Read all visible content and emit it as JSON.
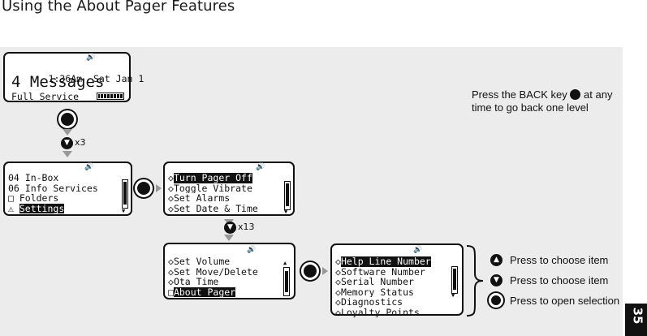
{
  "page_title": "Using the About Pager Features",
  "page_number": "35",
  "main_screen": {
    "time": "1:36Am",
    "date": "Sat Jan 1",
    "messages": "4 Messages",
    "status": "Full Service"
  },
  "repeat_down_1": "x3",
  "repeat_down_2": "x13",
  "menu_screen": {
    "lines": [
      "04 In-Box",
      "06 Info Services",
      "Folders",
      "Settings"
    ]
  },
  "settings_screen": {
    "lines": [
      "Turn Pager Off",
      "Toggle Vibrate",
      "Set Alarms",
      "Set Date & Time"
    ]
  },
  "settings_screen_2": {
    "lines": [
      "Set Volume",
      "Set Move/Delete",
      "Ota Time",
      "About Pager"
    ]
  },
  "about_screen": {
    "lines": [
      "Help Line Number",
      "Software Number",
      "Serial Number",
      "Memory Status",
      "Diagnostics",
      "Loyalty Points"
    ]
  },
  "back_note": {
    "line1_before": "Press the BACK key",
    "line1_after": "at any",
    "line2": "time to go back one level"
  },
  "legend": {
    "up": "Press to choose item",
    "down": "Press to choose item",
    "select": "Press to open selection"
  }
}
